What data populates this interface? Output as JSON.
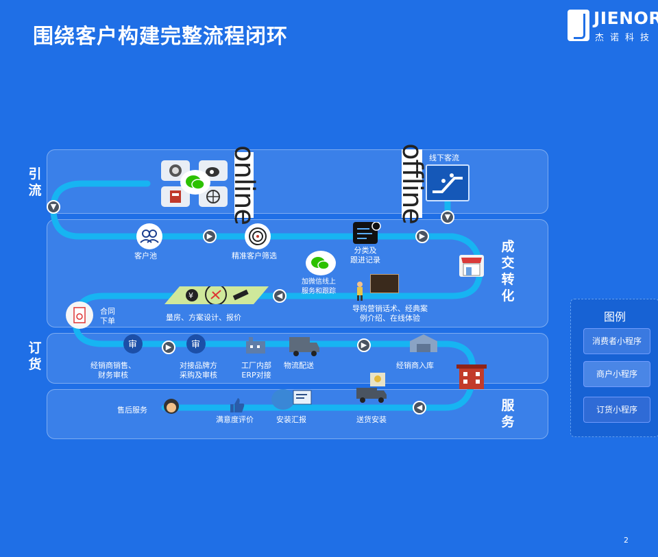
{
  "title": "围绕客户构建完整流程闭环",
  "logo": {
    "name": "JIENOR",
    "sub": "杰诺科技"
  },
  "stages": {
    "s1": "引流",
    "s2": "成交转化",
    "s3": "订货",
    "s4": "服务"
  },
  "online_word": "online",
  "offline_word": "offline",
  "offline_traffic": "线下客流",
  "row2": {
    "customer_pool": "客户池",
    "precise_filter": "精准客户筛选",
    "classify": "分类及\n跟进记录"
  },
  "row3": {
    "wechat_follow": "加微信线上\n服务和跟踪",
    "sales_script": "导购营销话术、经典案\n例介绍、在线体验",
    "measure": "量房、方案设计、报价",
    "contract": "合同\n下单"
  },
  "row4": {
    "dealer_review": "经销商销售、\n财务审核",
    "brand_purchase": "对接品牌方\n采购及审核",
    "factory_erp": "工厂内部\nERP对接",
    "logistics": "物流配送",
    "dealer_stock": "经销商入库"
  },
  "row5": {
    "after_sales": "售后服务",
    "satisfaction": "满意度评价",
    "install_report": "安装汇报",
    "delivery_install": "送货安装"
  },
  "legend": {
    "title": "图例",
    "items": [
      {
        "label": "消费者小程序",
        "color": "#3A79E0"
      },
      {
        "label": "商户小程序",
        "color": "#4A86E6"
      },
      {
        "label": "订货小程序",
        "color": "#2F6BD6"
      }
    ]
  },
  "colors": {
    "flow": "#17B4F2",
    "bg": "#1F6FE6"
  },
  "page_number": "2"
}
